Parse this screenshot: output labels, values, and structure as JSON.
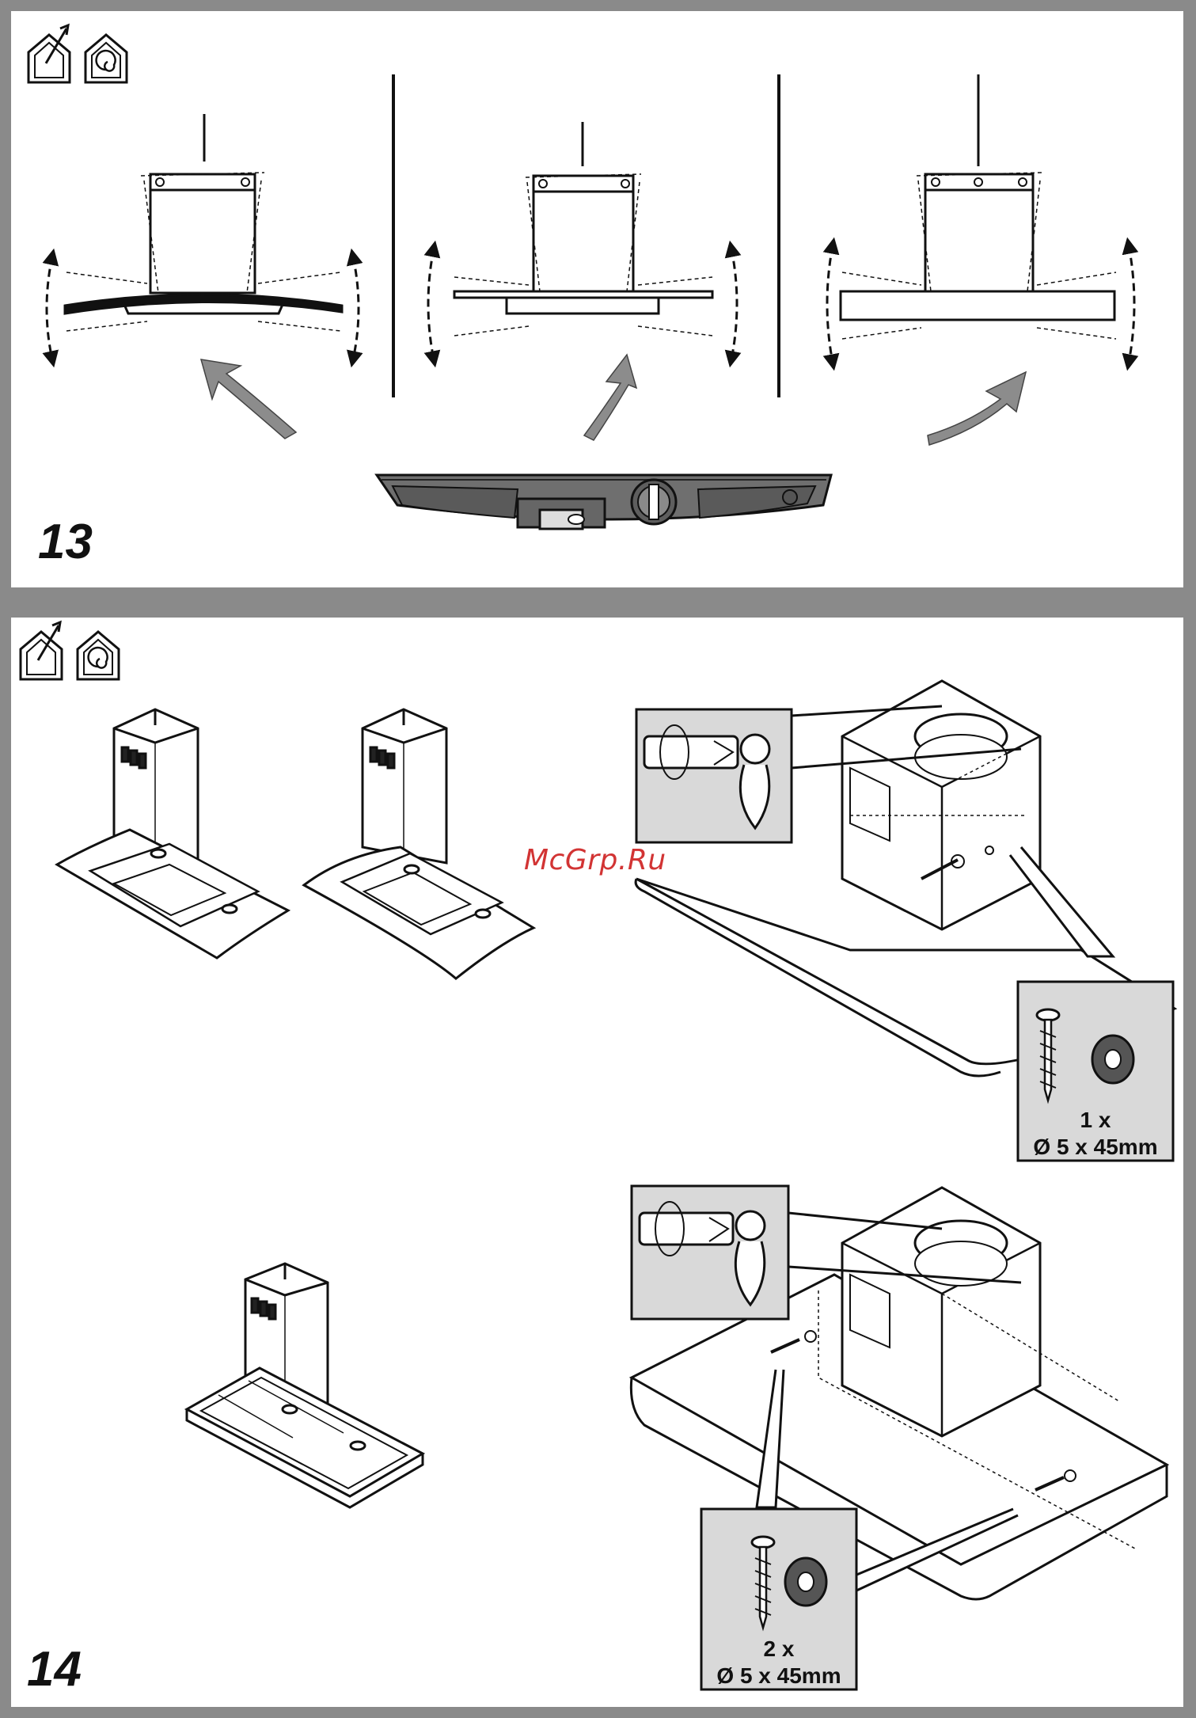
{
  "step_13": {
    "number": "13"
  },
  "step_14": {
    "number": "14",
    "watermark": "McGrp.Ru",
    "callout_top": {
      "qty": "1 x",
      "spec": "Ø 5 x 45mm"
    },
    "callout_bottom": {
      "qty": "2 x",
      "spec": "Ø 5 x 45mm"
    }
  },
  "icons": [
    "ducted-extraction-icon",
    "recirculation-icon"
  ],
  "colors": {
    "frame": "#8a8a8a",
    "callout_fill": "#d9d9d9",
    "arrow_fill": "#8c8c8c",
    "watermark": "#d23434"
  }
}
